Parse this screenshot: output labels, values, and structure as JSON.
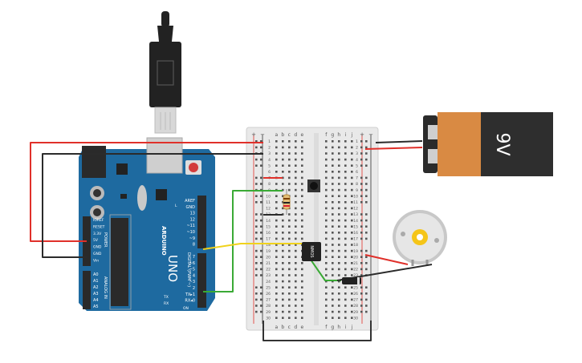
{
  "arduino": {
    "logo": "ARDUINO",
    "model": "UNO",
    "power_header": [
      "IOREF",
      "RESET",
      "3.3V",
      "5V",
      "GND",
      "GND",
      "Vin"
    ],
    "power_label": "POWER",
    "analog_header": [
      "A0",
      "A1",
      "A2",
      "A3",
      "A4",
      "A5"
    ],
    "analog_label": "ANALOG IN",
    "digital_top": [
      "AREF",
      "GND",
      "13",
      "12",
      "~11",
      "~10",
      "~9",
      "8"
    ],
    "digital_bottom": [
      "7",
      "~6",
      "~5",
      "4",
      "~3",
      "2",
      "TX▸1",
      "RX◂0"
    ],
    "digital_label": "DIGITAL (PWM ~)",
    "led_labels": [
      "L",
      "TX",
      "RX",
      "ON"
    ]
  },
  "breadboard": {
    "col_left": [
      "a",
      "b",
      "c",
      "d",
      "e"
    ],
    "col_right": [
      "f",
      "g",
      "h",
      "i",
      "j"
    ],
    "row_numbers": [
      "1",
      "2",
      "3",
      "4",
      "5",
      "6",
      "7",
      "8",
      "9",
      "10",
      "11",
      "12",
      "13",
      "14",
      "15",
      "16",
      "17",
      "18",
      "19",
      "20",
      "21",
      "22",
      "23",
      "24",
      "25",
      "26",
      "27",
      "28",
      "29",
      "30"
    ],
    "rail_plus": "+",
    "rail_minus": "−"
  },
  "battery": {
    "label": "9V"
  },
  "transistor": {
    "label": "NMOS"
  },
  "colors": {
    "arduino_board": "#1e6aa0",
    "breadboard": "#e9e9e9",
    "wire_red": "#e0302a",
    "wire_black": "#2b2b2b",
    "wire_green": "#3aaa35",
    "wire_yellow": "#f0d21c",
    "battery_orange": "#d98a43",
    "battery_body": "#2e2e2e"
  },
  "icons": [
    "usb-cable-icon",
    "pushbutton-icon",
    "resistor-icon",
    "transistor-icon",
    "diode-icon",
    "dc-motor-icon"
  ]
}
